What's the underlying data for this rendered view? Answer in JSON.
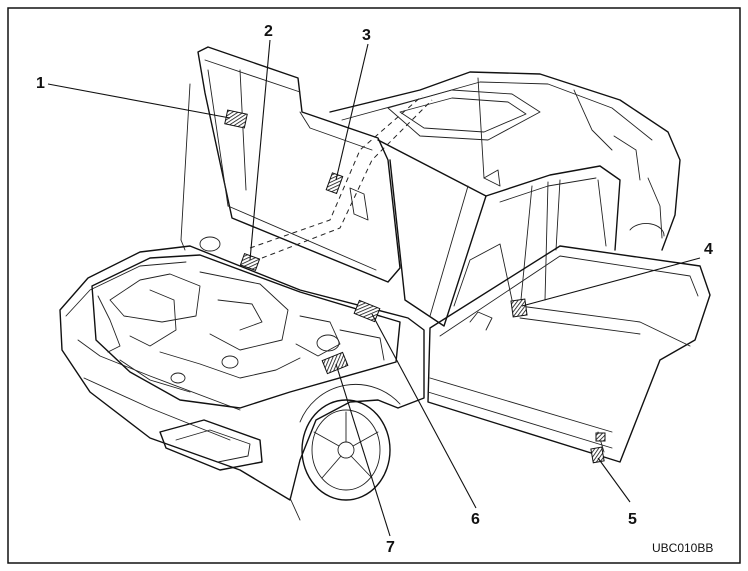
{
  "callouts": [
    {
      "id": "1",
      "label": "1"
    },
    {
      "id": "2",
      "label": "2"
    },
    {
      "id": "3",
      "label": "3"
    },
    {
      "id": "4",
      "label": "4"
    },
    {
      "id": "5",
      "label": "5"
    },
    {
      "id": "6",
      "label": "6"
    },
    {
      "id": "7",
      "label": "7"
    }
  ],
  "figure_code": "UBC010BB",
  "colors": {
    "ink": "#111111",
    "background": "#ffffff"
  }
}
